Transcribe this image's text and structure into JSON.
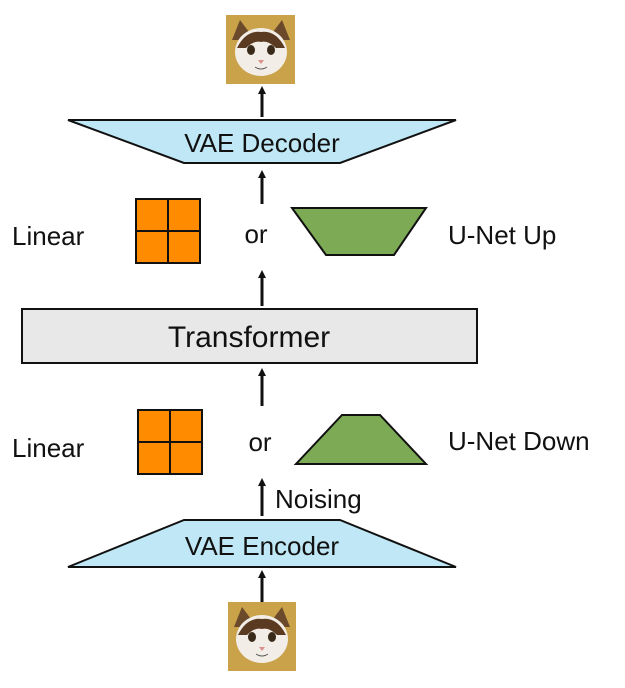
{
  "colors": {
    "vae_fill": "#bfe7f5",
    "linear_fill": "#ff8c00",
    "unet_fill": "#7daa55",
    "transformer_fill": "#e8e8e8",
    "stroke": "#111111",
    "cat_bg": "#c9a24a"
  },
  "images": {
    "top_output": "cat-face-photo",
    "bottom_input": "cat-face-photo"
  },
  "labels": {
    "vae_decoder": "VAE Decoder",
    "vae_encoder": "VAE Encoder",
    "transformer": "Transformer",
    "linear_top": "Linear",
    "linear_bottom": "Linear",
    "or_top": "or",
    "or_bottom": "or",
    "unet_up": "U-Net Up",
    "unet_down": "U-Net Down",
    "noising": "Noising"
  }
}
